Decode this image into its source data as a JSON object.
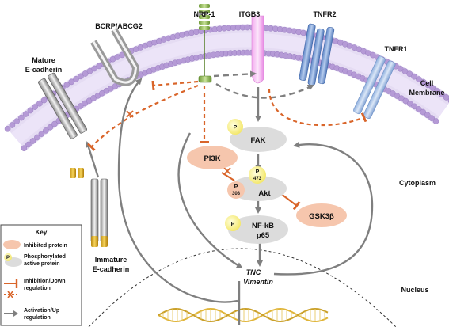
{
  "membrane": {
    "cell_membrane_line1": "Cell",
    "cell_membrane_line2": "Membrane",
    "cytoplasm": "Cytoplasm",
    "nucleus": "Nucleus"
  },
  "receptors": {
    "nrp1": "NRP-1",
    "itgb3": "ITGB3",
    "tnfr2": "TNFR2",
    "tnfr1": "TNFR1",
    "bcrp": "BCRP/ABCG2",
    "mature_ecad_line1": "Mature",
    "mature_ecad_line2": "E-cadherin",
    "immature_ecad_line1": "Immature",
    "immature_ecad_line2": "E-cadherin"
  },
  "proteins": {
    "fak": "FAK",
    "pi3k": "PI3K",
    "akt": "Akt",
    "gsk3b": "GSK3β",
    "nfkb_line1": "NF-kB",
    "nfkb_line2": "p65",
    "p": "P",
    "p308": "308",
    "p473": "473"
  },
  "genes": {
    "tnc": "TNC",
    "vimentin": "Vimentin"
  },
  "key": {
    "title": "Key",
    "inhibited": "Inhibited protein",
    "phospho_line1": "Phosphorylated",
    "phospho_line2": "active protein",
    "p_symbol": "P",
    "inhibition_line1": "Inhibition/Down",
    "inhibition_line2": "regulation",
    "activation_line1": "Activation/Up",
    "activation_line2": "regulation"
  },
  "colors": {
    "membrane_head": "#b59ad6",
    "inhibit": "#d9652a",
    "activate": "#7f7f7f",
    "inhibited_fill": "#f6c6ad",
    "active_fill": "#dcdcdc",
    "phospho_fill": "#fbf38a"
  }
}
